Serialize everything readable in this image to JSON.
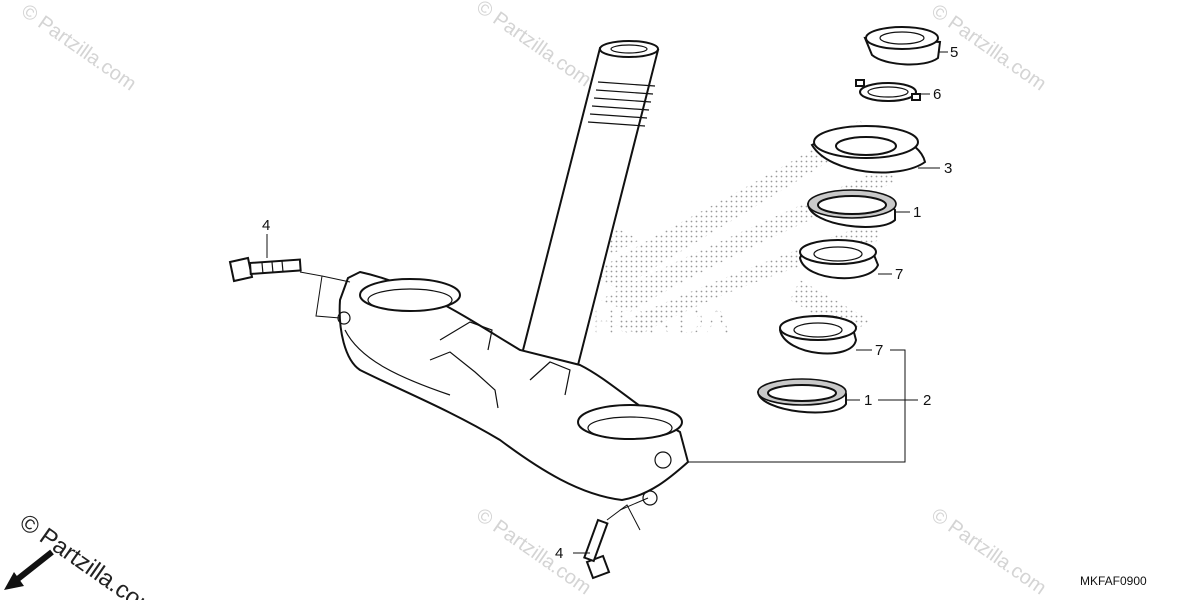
{
  "diagram": {
    "callouts": {
      "c1a": "1",
      "c1b": "1",
      "c2": "2",
      "c3": "3",
      "c4a": "4",
      "c4b": "4",
      "c5": "5",
      "c6": "6",
      "c7a": "7",
      "c7b": "7"
    },
    "drawing_code": "MKFAF0900",
    "watermark_text": "© Partzilla.com",
    "watermark_corner_text": "© Partzilla.com",
    "brand_background_text": "HONDA"
  }
}
